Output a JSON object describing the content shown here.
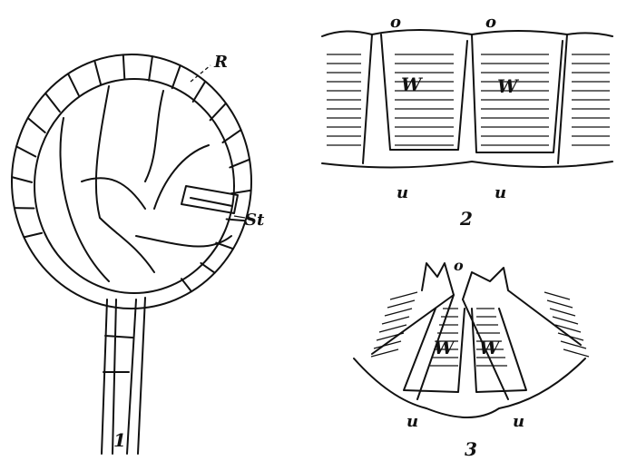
{
  "figure1": {
    "annulus_label": "R",
    "stomium_label": "St",
    "number": "1"
  },
  "figure2": {
    "top_labels": [
      "o",
      "o"
    ],
    "cell_labels": [
      "W",
      "W"
    ],
    "bottom_labels": [
      "u",
      "u"
    ],
    "number": "2"
  },
  "figure3": {
    "top_label": "o",
    "cell_labels": [
      "W",
      "W"
    ],
    "bottom_labels": [
      "u",
      "u"
    ],
    "number": "3"
  }
}
